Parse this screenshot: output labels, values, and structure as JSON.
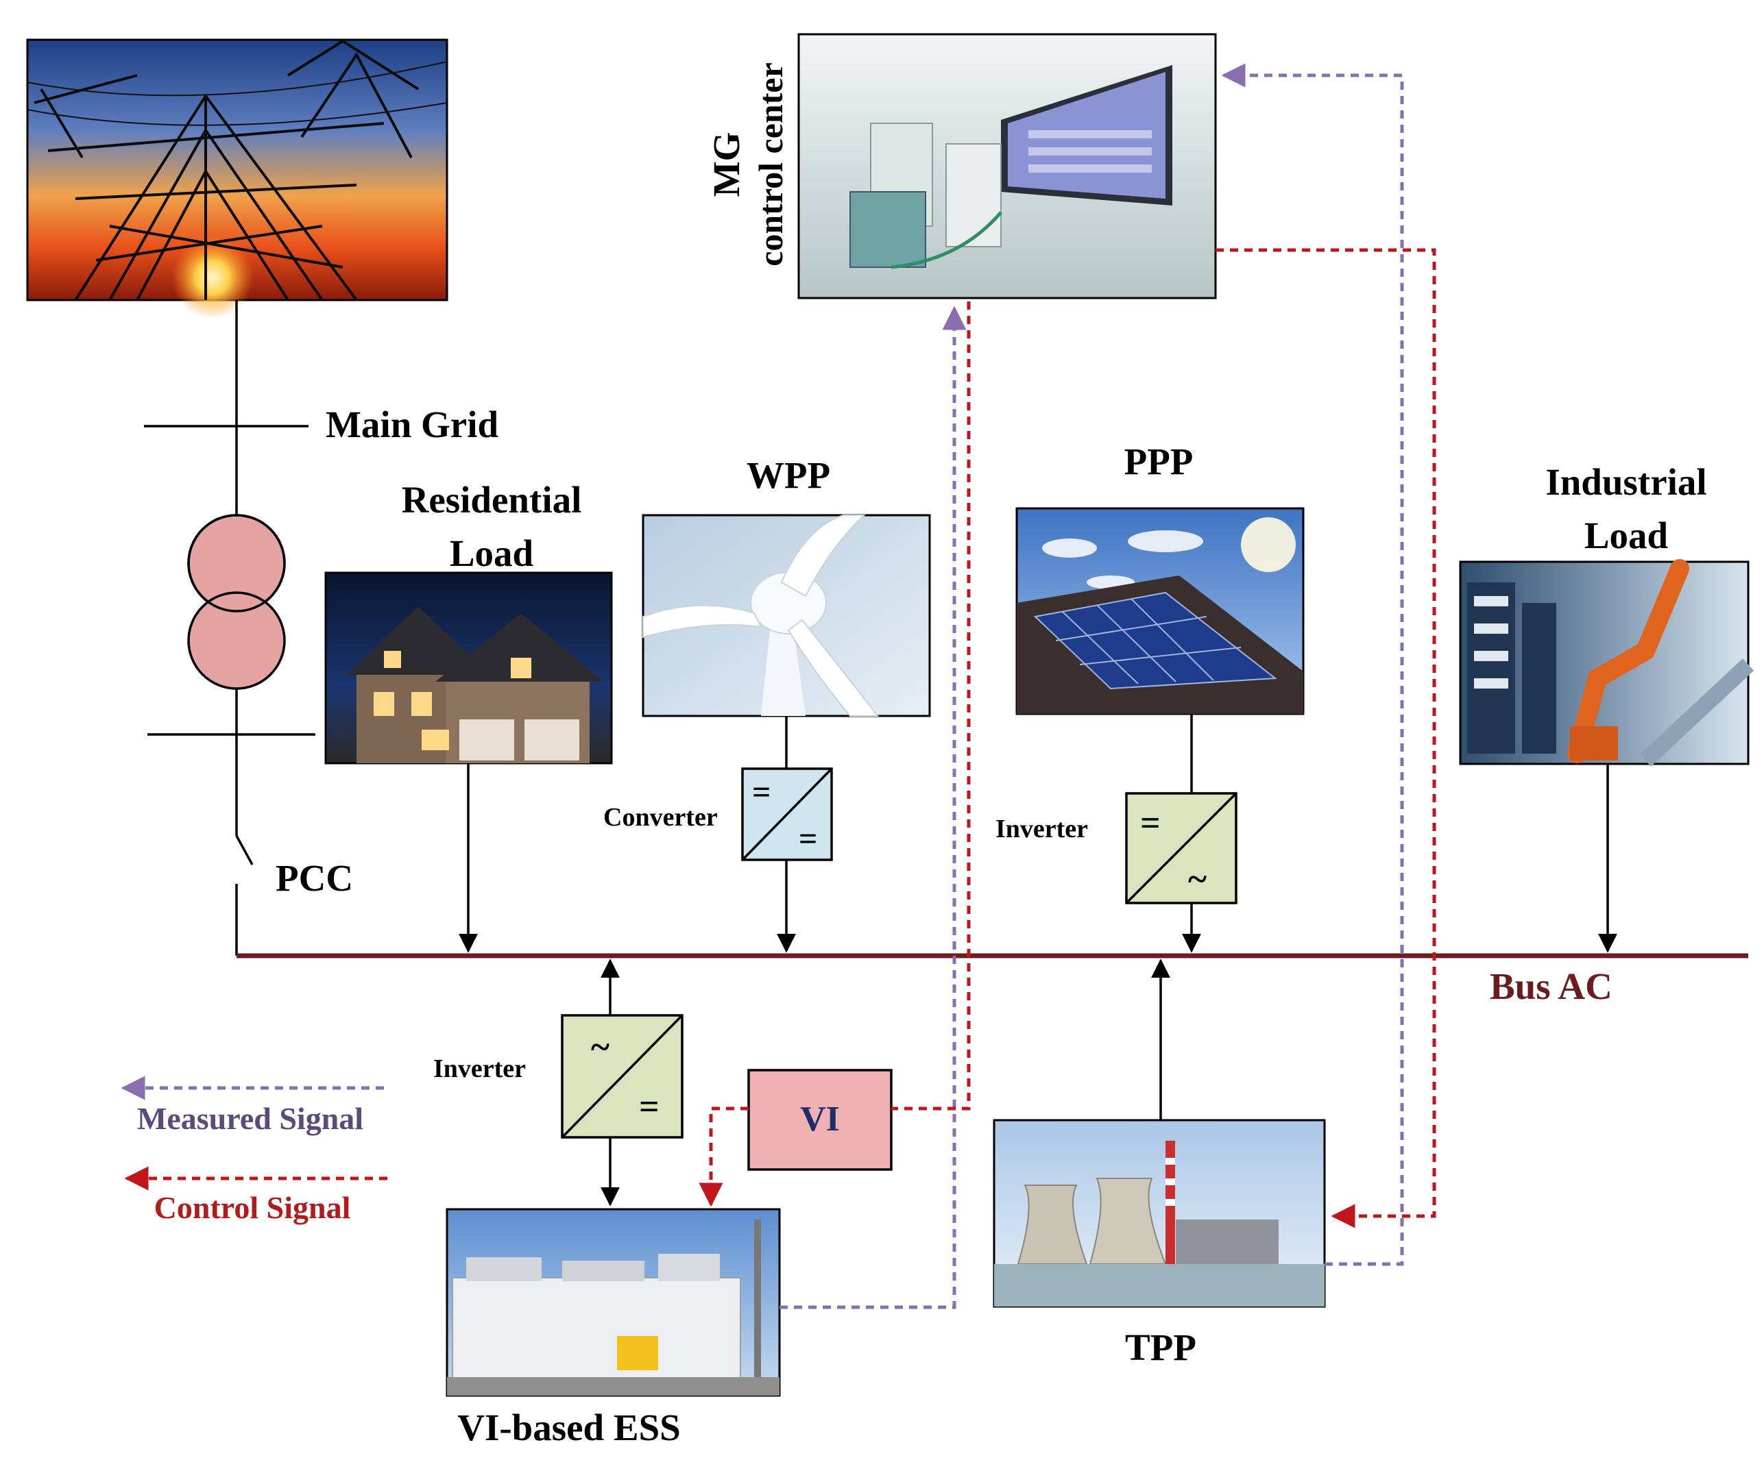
{
  "labels": {
    "main_grid": "Main Grid",
    "residential_load": [
      "Residential",
      "Load"
    ],
    "wpp": "WPP",
    "ppp": "PPP",
    "industrial_load": [
      "Industrial",
      "Load"
    ],
    "mg_control_center": [
      "MG",
      "control center"
    ],
    "pcc": "PCC",
    "bus_ac": "Bus AC",
    "converter": "Converter",
    "inverter_ppp": "Inverter",
    "inverter_ess": "Inverter",
    "vi": "VI",
    "ess": "VI-based ESS",
    "tpp": "TPP"
  },
  "legend": {
    "measured": "Measured Signal",
    "control": "Control Signal"
  },
  "converter_symbols": {
    "dc": "=",
    "ac": "~"
  },
  "colors": {
    "bus": "#6b1d1d",
    "measured": "#8a6fb0",
    "control": "#c0151b",
    "measured_text": "#5c4a7a",
    "control_text": "#b31b1b",
    "transformer_fill": "#e5a3a3",
    "vi_fill": "#efb1b1",
    "inverter_fill": "#d8e4bc",
    "converter_fill": "#cfe6f0",
    "vi_text": "#1f2d6b"
  }
}
